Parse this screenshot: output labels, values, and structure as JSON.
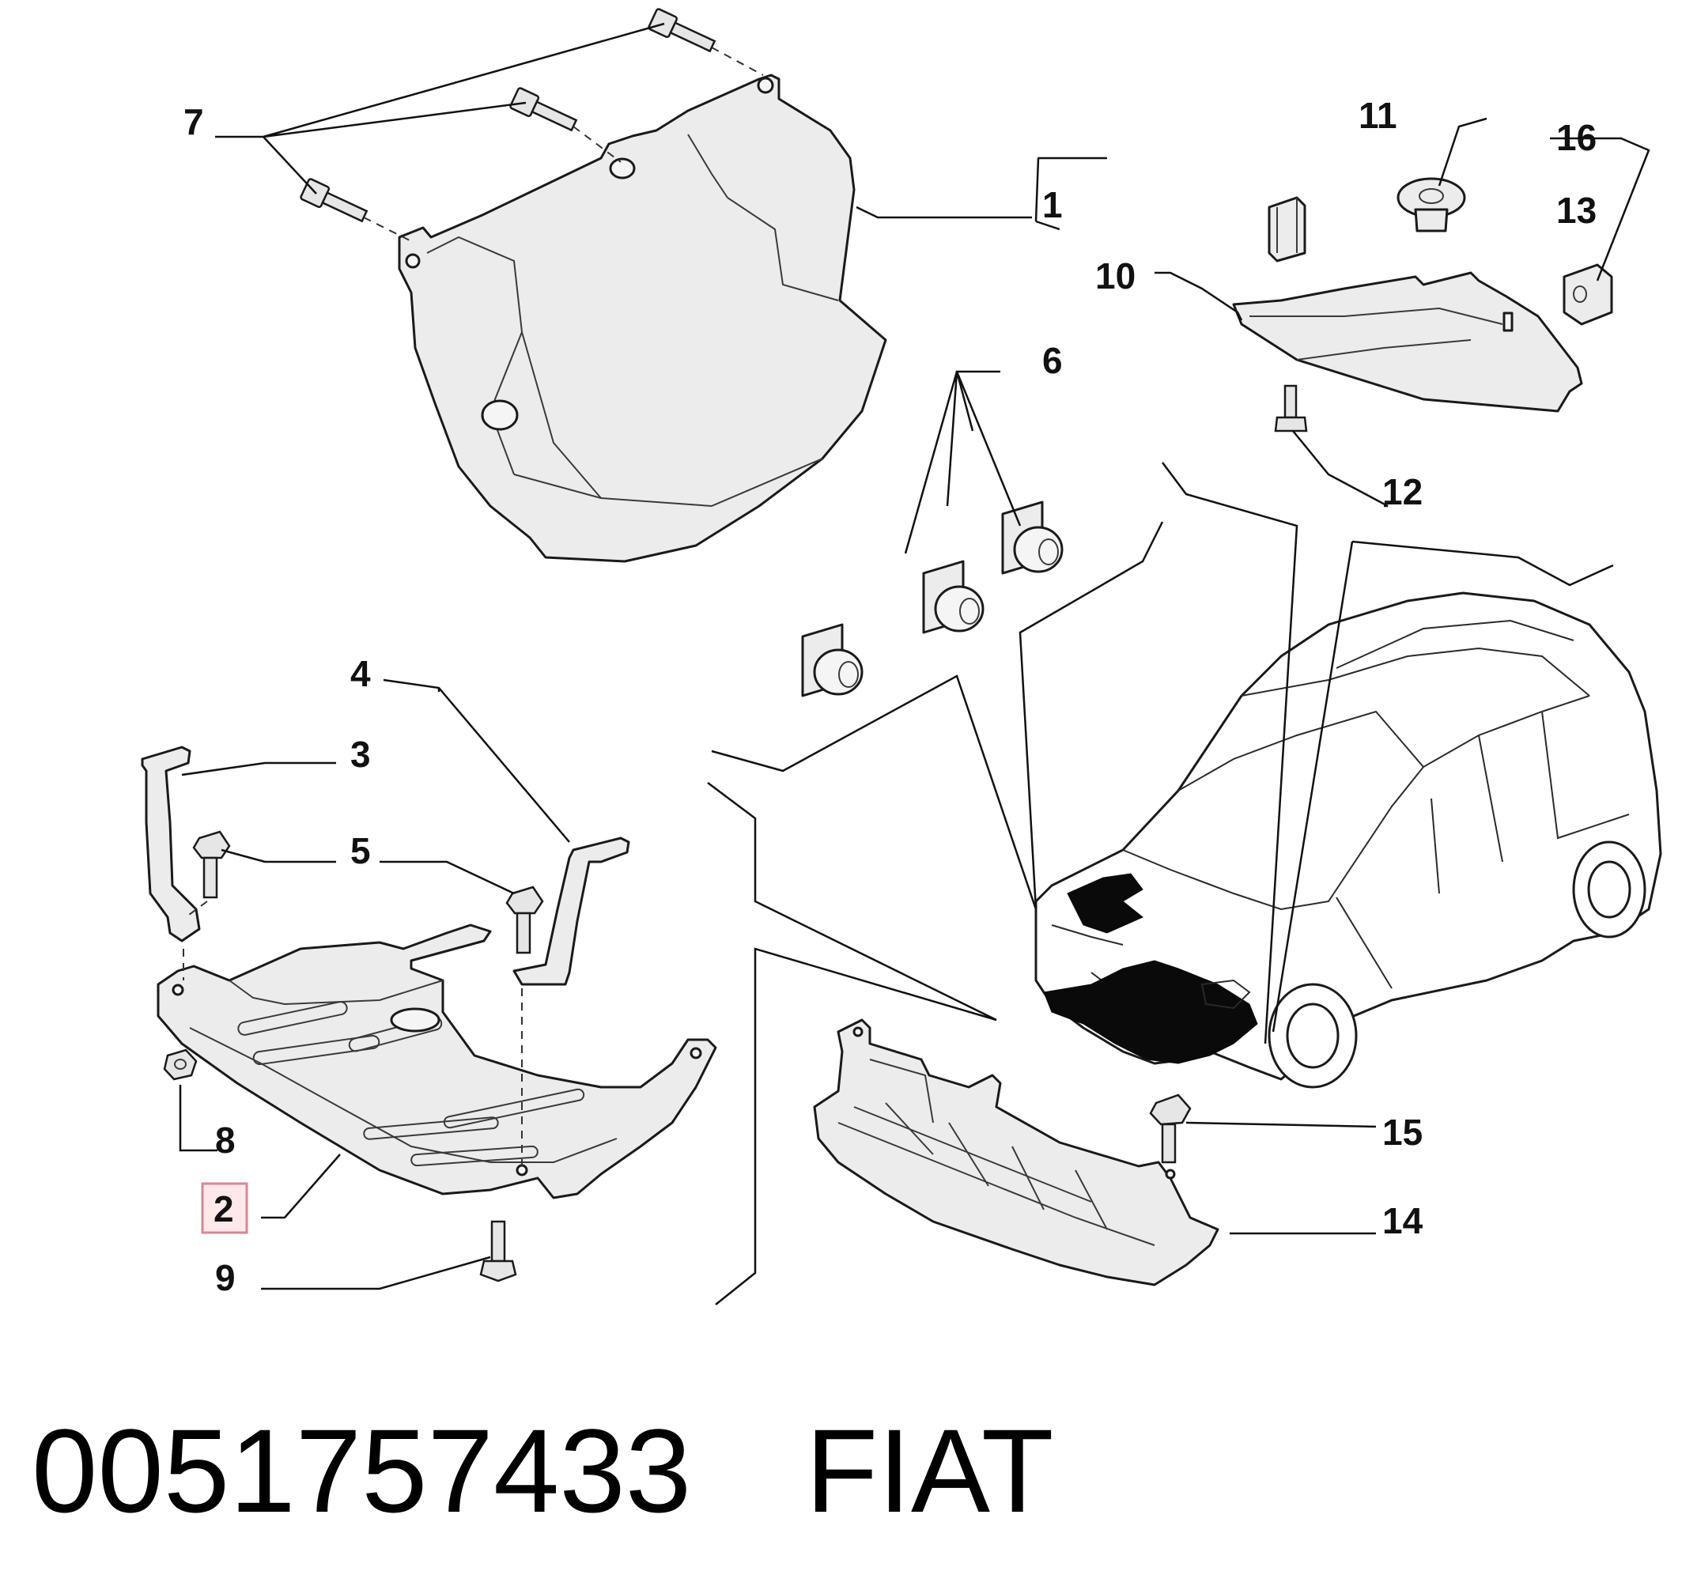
{
  "footer": {
    "part_number": "0051757433",
    "brand": "FIAT"
  },
  "callouts": {
    "c1": "1",
    "c2": "2",
    "c3": "3",
    "c4": "4",
    "c5": "5",
    "c6": "6",
    "c7": "7",
    "c8": "8",
    "c9": "9",
    "c10": "10",
    "c11": "11",
    "c12": "12",
    "c13": "13",
    "c14": "14",
    "c15": "15",
    "c16": "16"
  },
  "highlighted_callout": "2",
  "colors": {
    "highlight_fill": "#fde8ec",
    "highlight_border": "#d98695",
    "line": "#1a1a1a"
  }
}
